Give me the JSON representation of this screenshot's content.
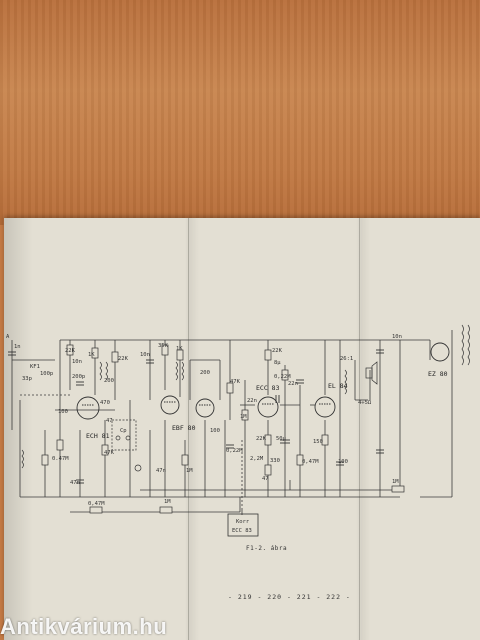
{
  "figure": {
    "caption": "F1-2. ábra",
    "page_numbers": "- 219 - 220 - 221 - 222 -",
    "tubes": [
      "ECH 81",
      "EBF 80",
      "ECC 83",
      "EL 84",
      "EZ 80",
      "ECC 83"
    ],
    "extra_box_line1": "Korr",
    "extra_box_line2": "ECC 83",
    "labels": {
      "antenna_a": "A",
      "antenna_n": "1n",
      "kf1": "KF1",
      "c33p": "33p",
      "c100p": "100p",
      "r22k_1": "22K",
      "r1k_1": "1K",
      "c10n_1": "10n",
      "c200p_1": "200p",
      "c200_1": "200",
      "r22k_2": "22K",
      "c10n_2": "10n",
      "c100_1": "100",
      "c470": "470",
      "c47": "47",
      "cp": "Cp",
      "r47k": "47K",
      "r047m_1": "0.47M",
      "c47n": "47n",
      "r047m_2": "0,47M",
      "r1m_1": "1M",
      "r1k_2": "1K",
      "r35k": "35K",
      "c200_2": "200",
      "c47n_2": "47n",
      "r1m_2": "1M",
      "c100_2": "100",
      "r47k_2": "47K",
      "r1m_3": "1M",
      "r022m": "0,22M",
      "r22k_3": "22K",
      "c8u": "8μ",
      "r022m_2": "0,22M",
      "c22n_1": "22n",
      "c22n_2": "22n",
      "r22k_4": "22K",
      "r22m": "2,2M",
      "c50u": "50μ",
      "r330": "330",
      "r047m_3": "0,47M",
      "r150": "150",
      "c100_3": "100",
      "r47": "47",
      "r26": "26:1",
      "spk": "4÷5Ω",
      "c10n_3": "10n",
      "r1m_4": "1M"
    }
  },
  "watermark": "Antikvárium.hu"
}
